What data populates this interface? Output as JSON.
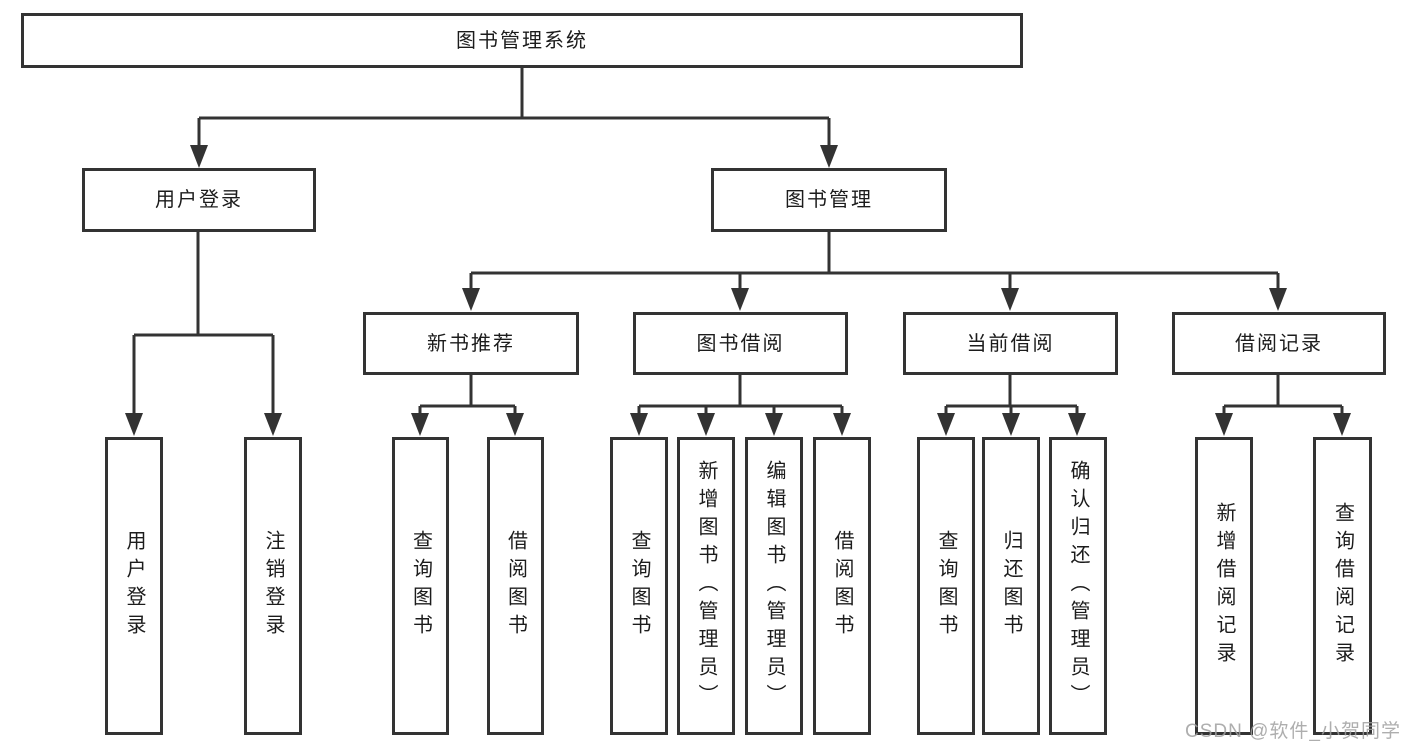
{
  "diagram": {
    "title_node": "图书管理系统",
    "level2": {
      "user_login": "用户登录",
      "book_management": "图书管理"
    },
    "level3": {
      "new_book_recommend": "新书推荐",
      "book_borrow": "图书借阅",
      "current_borrow": "当前借阅",
      "borrow_records": "借阅记录"
    },
    "leaves": {
      "user_login": "用户登录",
      "logout": "注销登录",
      "nb_search_book": "查询图书",
      "nb_borrow_book": "借阅图书",
      "bb_search_book": "查询图书",
      "bb_add_book": "新增图书（管理员）",
      "bb_edit_book": "编辑图书（管理员）",
      "bb_borrow_book": "借阅图书",
      "cb_search_book": "查询图书",
      "cb_return_book": "归还图书",
      "cb_confirm_return": "确认归还（管理员）",
      "br_add_record": "新增借阅记录",
      "br_search_record": "查询借阅记录"
    }
  },
  "watermark": "CSDN @软件_小贺同学",
  "colors": {
    "line": "#333333",
    "text": "#1c1c1c",
    "box_background": "#ffffff",
    "page_background": "#ffffff",
    "watermark": "#a0a0a0"
  }
}
